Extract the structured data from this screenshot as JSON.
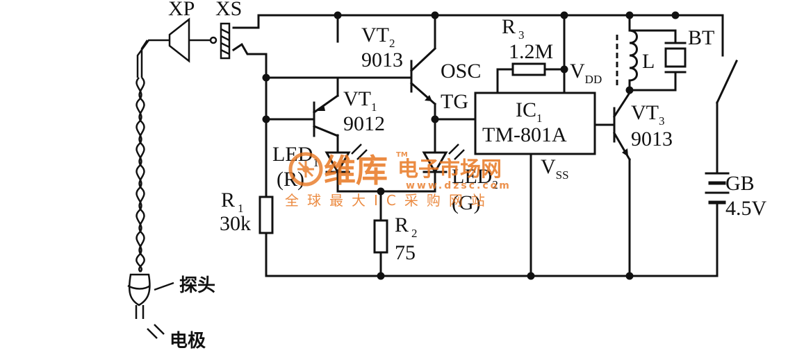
{
  "connector": {
    "plug": "XP",
    "socket": "XS"
  },
  "transistors": [
    {
      "ref": "VT",
      "sub": "2",
      "part": "9013"
    },
    {
      "ref": "VT",
      "sub": "1",
      "part": "9012"
    },
    {
      "ref": "VT",
      "sub": "3",
      "part": "9013"
    }
  ],
  "resistors": [
    {
      "ref": "R",
      "sub": "1",
      "value": "30k"
    },
    {
      "ref": "R",
      "sub": "2",
      "value": "75"
    },
    {
      "ref": "R",
      "sub": "3",
      "value": "1.2M"
    }
  ],
  "ic": {
    "ref": "IC",
    "sub": "1",
    "part": "TM-801A",
    "pin_osc": "OSC",
    "pin_tg": "TG",
    "pin_vdd": "V",
    "pin_vdd_sub": "DD",
    "pin_vss": "V",
    "pin_vss_sub": "SS"
  },
  "leds": [
    {
      "ref": "LED",
      "sub": "1",
      "color": "(R)"
    },
    {
      "ref": "LED",
      "sub": "2",
      "color": "(G)"
    }
  ],
  "inductor": {
    "ref": "L"
  },
  "buzzer": {
    "ref": "BT"
  },
  "battery": {
    "ref": "GB",
    "value": "4.5V"
  },
  "probe": {
    "probe_label": "探头",
    "electrode_label": "电极"
  },
  "watermark": {
    "brand": "维库",
    "site": "电子市场网",
    "url": "www.dzsc.com",
    "slogan": "全球最大IC采购网站",
    "tm": "TM"
  }
}
